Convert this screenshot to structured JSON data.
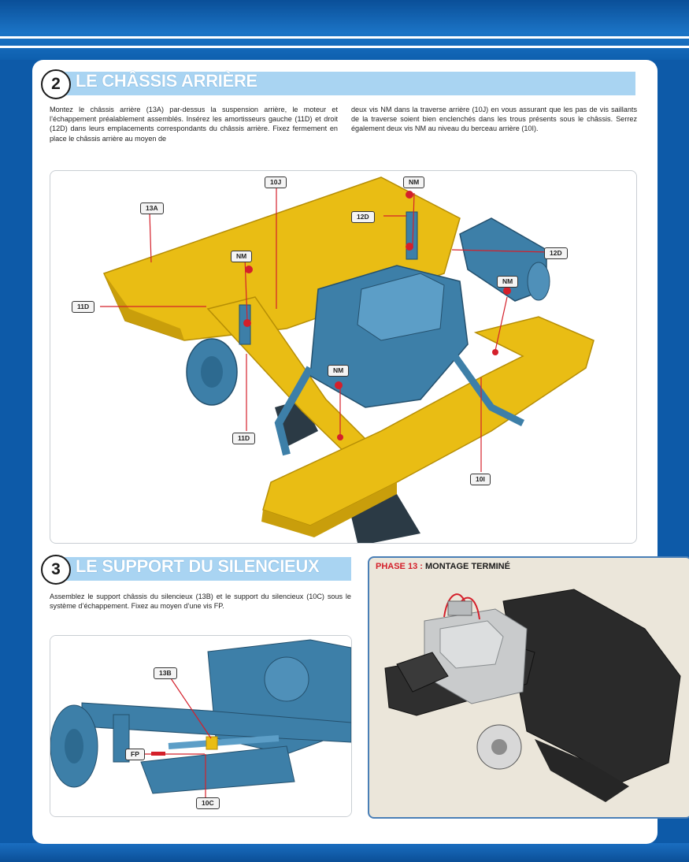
{
  "step2": {
    "number": "2",
    "title": "LE CHÂSSIS ARRIÈRE",
    "text_left": "Montez le châssis arrière (13A) par-dessus la suspension arrière, le moteur et l’échappement préalablement assemblés. Insérez les amortisseurs gauche (11D) et droit (12D) dans leurs emplacements correspondants du châssis arrière. Fixez fermement en place le châssis arrière au moyen de",
    "text_right": "deux vis NM dans la traverse arrière (10J) en vous assurant que les pas de vis saillants de la traverse soient bien enclenchés dans les trous présents sous le châssis. Serrez également deux vis NM au niveau du berceau arrière (10I).",
    "labels": {
      "l13a": "13A",
      "l10j": "10J",
      "nm1": "NM",
      "l12d_a": "12D",
      "nm2": "NM",
      "l12d_b": "12D",
      "nm3": "NM",
      "l11d_a": "11D",
      "nm4": "NM",
      "l11d_b": "11D",
      "l10i": "10I"
    }
  },
  "step3": {
    "number": "3",
    "title": "LE SUPPORT DU SILENCIEUX",
    "text": "Assemblez le support châssis du silencieux (13B) et le support du silencieux (10C) sous le système d’échappement. Fixez au moyen d’une vis FP.",
    "labels": {
      "l13b": "13B",
      "fp": "FP",
      "l10c": "10C"
    }
  },
  "phase": {
    "prefix": "PHASE 13 :",
    "title": "MONTAGE TERMINÉ"
  },
  "colors": {
    "chassis_yellow": "#e9bd14",
    "part_blue": "#3d7fa8",
    "screw_red": "#d4202b",
    "title_bar": "#a9d4f2",
    "page_blue": "#0d5aa8"
  }
}
